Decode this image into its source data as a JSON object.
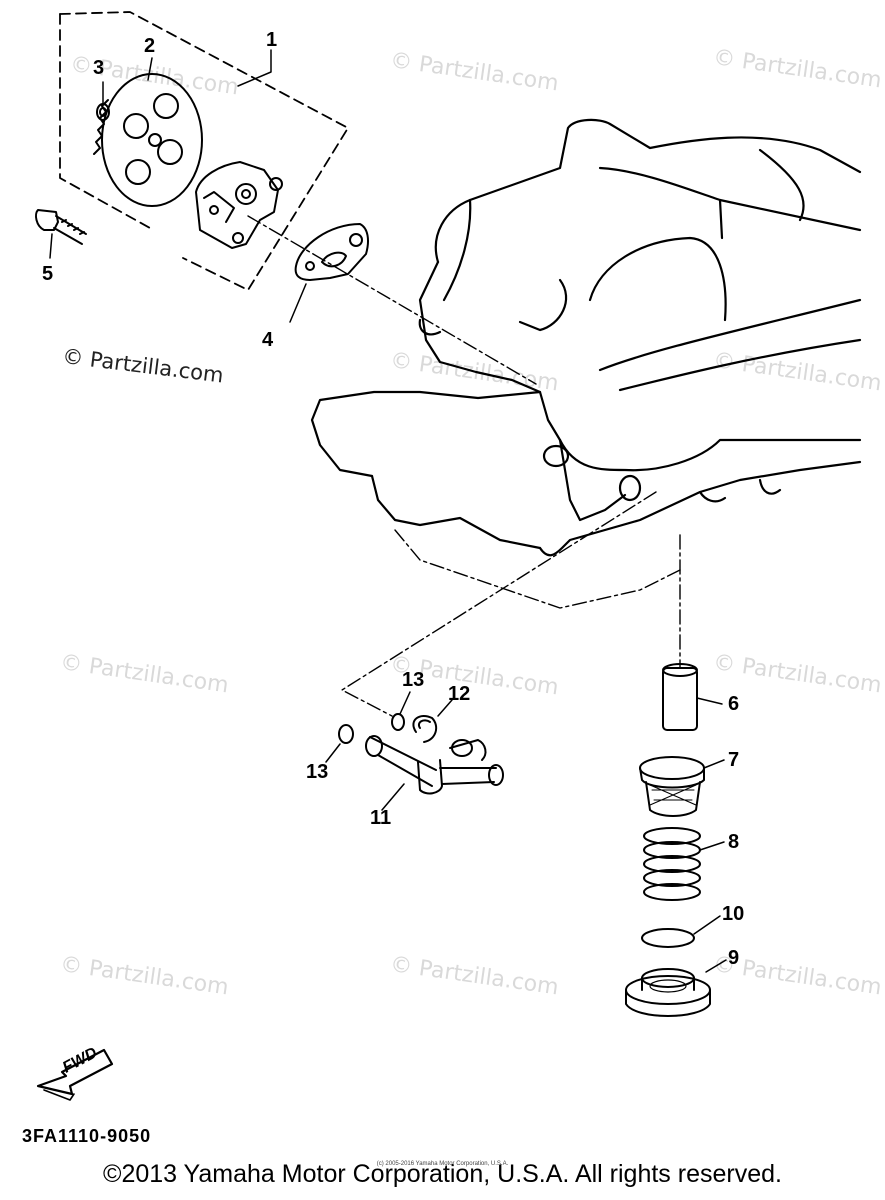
{
  "callouts": [
    {
      "id": "1",
      "label": "1"
    },
    {
      "id": "2",
      "label": "2"
    },
    {
      "id": "3",
      "label": "3"
    },
    {
      "id": "4",
      "label": "4"
    },
    {
      "id": "5",
      "label": "5"
    },
    {
      "id": "6",
      "label": "6"
    },
    {
      "id": "7",
      "label": "7"
    },
    {
      "id": "8",
      "label": "8"
    },
    {
      "id": "9",
      "label": "9"
    },
    {
      "id": "10",
      "label": "10"
    },
    {
      "id": "11",
      "label": "11"
    },
    {
      "id": "12",
      "label": "12"
    },
    {
      "id": "13a",
      "label": "13"
    },
    {
      "id": "13b",
      "label": "13"
    }
  ],
  "watermark": "© Partzilla.com",
  "watermark_prominent": "© Partzilla.com",
  "fwd_label": "FWD",
  "diagram_code": "3FA1110-9050",
  "copyright": "©2013 Yamaha Motor Corporation, U.S.A. All rights reserved.",
  "copyright_small": "(c) 2005-2016 Yamaha Motor Corporation, U.S.A.",
  "colors": {
    "line": "#000000",
    "watermark": "#d9d9d9"
  }
}
